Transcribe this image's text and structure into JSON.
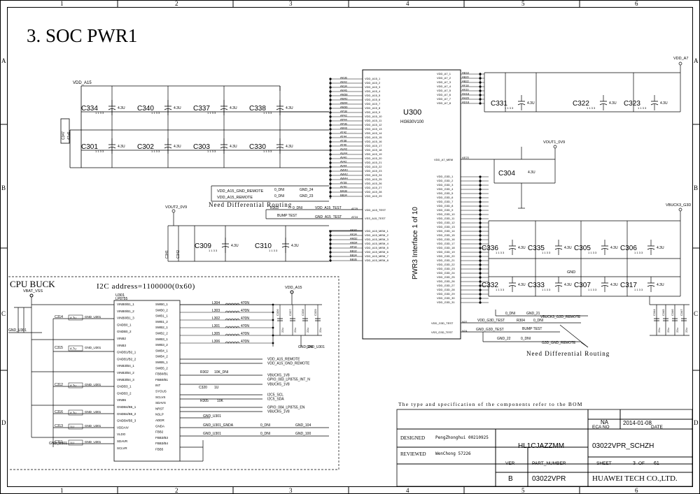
{
  "page_title": "3. SOC PWR1",
  "grid": {
    "cols": [
      "1",
      "2",
      "3",
      "4",
      "5",
      "6"
    ],
    "rows": [
      "A",
      "B",
      "C",
      "D"
    ]
  },
  "left_caps": {
    "net": "VDD_A15",
    "top_row": [
      "C334",
      "C340",
      "C337",
      "C338"
    ],
    "bottom_row": [
      "C301",
      "C302",
      "C303",
      "C330"
    ],
    "value": "4.3U",
    "c347": "C347",
    "c347_value": "47uF"
  },
  "u300": {
    "ref": "U300",
    "part": "HI3630V100",
    "interface": "PWR3 Interface 1 of 10",
    "left_pins": [
      "AK36",
      "AK42",
      "AK34",
      "AK46",
      "AM38",
      "AM42",
      "AM44",
      "AM36",
      "AP38",
      "AP42",
      "AP44",
      "AP36",
      "AR40",
      "AT42",
      "AT44",
      "AT38",
      "AT40",
      "AU42",
      "AU44",
      "AV40",
      "AV42",
      "AV44",
      "AW40",
      "AW42",
      "AW44",
      "AY38",
      "AY40",
      "BA38",
      "BB34"
    ],
    "left_nets": [
      "VDD_A15_1",
      "VDD_A15_2",
      "VDD_A15_3",
      "VDD_A15_4",
      "VDD_A15_5",
      "VDD_A15_6",
      "VDD_A15_7",
      "VDD_A15_8",
      "VDD_A15_9",
      "VDD_A15_10",
      "VDD_A15_11",
      "VDD_A15_12",
      "VDD_A15_13",
      "VDD_A15_14",
      "VDD_A15_15",
      "VDD_A15_16",
      "VDD_A15_17",
      "VDD_A15_18",
      "VDD_A15_19",
      "VDD_A15_20",
      "VDD_A15_21",
      "VDD_A15_22",
      "VDD_A15_23",
      "VDD_A15_24",
      "VDD_A15_25",
      "VDD_A15_26",
      "VDD_A15_27",
      "VDD_A15_28",
      "VDD_A15_29"
    ],
    "test_pins": [
      "AT25",
      "AT24"
    ],
    "test_nets": [
      "VDD_A15_TEST",
      "VSS_A15_TEST"
    ],
    "mem_pins": [
      "AK32",
      "AK34",
      "AM32",
      "AM34",
      "AP32",
      "BB32",
      "BB34",
      "BB36"
    ],
    "mem_nets": [
      "VDD_A15_MEM_1",
      "VDD_A15_MEM_2",
      "VDD_A15_MEM_3",
      "VDD_A15_MEM_4",
      "VDD_A15_MEM_5",
      "VDD_A15_MEM_6",
      "VDD_A15_MEM_7",
      "VDD_A15_MEM_8"
    ],
    "right_a7_nets": [
      "VDD_A7_1",
      "VDD_A7_2",
      "VDD_A7_3",
      "VDD_A7_4",
      "VDD_A7_5",
      "VDD_A7_6",
      "VDD_A7_7",
      "VDD_A7_8"
    ],
    "right_a7_pins": [
      "AB18",
      "AB20",
      "AB22",
      "AF18",
      "AF20",
      "AH18",
      "AH20",
      "AD18"
    ],
    "a7_mem_net": "VDD_A7_MEM",
    "a7_mem_pin": "AE23",
    "gpu_nets": [
      "VDD_G3D_1",
      "VDD_G3D_2",
      "VDD_G3D_3",
      "VDD_G3D_4",
      "VDD_G3D_5",
      "VDD_G3D_6",
      "VDD_G3D_7",
      "VDD_G3D_8",
      "VDD_G3D_9",
      "VDD_G3D_10",
      "VDD_G3D_11",
      "VDD_G3D_12",
      "VDD_G3D_13",
      "VDD_G3D_14",
      "VDD_G3D_15",
      "VDD_G3D_16",
      "VDD_G3D_17",
      "VDD_G3D_18",
      "VDD_G3D_19",
      "VDD_G3D_20",
      "VDD_G3D_21",
      "VDD_G3D_22",
      "VDD_G3D_23",
      "VDD_G3D_24",
      "VDD_G3D_25",
      "VDD_G3D_26",
      "VDD_G3D_27",
      "VDD_G3D_28",
      "VDD_G3D_29",
      "VDD_G3D_30",
      "VDD_G3D_31"
    ],
    "gpu_test_nets": [
      "VDD_G3D_TEST",
      "VSS_G3D_TEST"
    ],
    "gpu_test_pins": [
      "N22",
      "N24"
    ]
  },
  "right_top": {
    "net": "VDD_A7",
    "caps": [
      "C331",
      "C322",
      "C323"
    ],
    "value": "4.3U"
  },
  "mid_right": {
    "net": "VOUT1_0V9",
    "cap": "C304",
    "value": "4.3U"
  },
  "right_gpu": {
    "net": "VBUCK3_G3D",
    "top_caps": [
      "C336",
      "C335",
      "C305",
      "C306"
    ],
    "bottom_caps": [
      "C332",
      "C333",
      "C307",
      "C317"
    ],
    "value": "4.3U",
    "gnd": "GND",
    "small_caps": [
      "C344",
      "C345",
      "C346",
      "C347"
    ],
    "small_value": "22u"
  },
  "routing": {
    "a15_gnd_remote": "VDD_A15_GND_REMOTE",
    "a15_remote": "VDD_A15_REMOTE",
    "dni": "0_DNI",
    "gnd_24": "GND_24",
    "gnd_23": "GND_23",
    "need_diff": "Need Differential Routing",
    "r303": "R303",
    "bump_test": "BUMP TEST",
    "vdd_a15_test": "VDD_A15_TEST",
    "gnd_a15_test": "GND_A15_TEST",
    "vdd_g3d_test": "VDD_G3D_TEST",
    "gnd_g3d_test": "GND_G3D_TEST",
    "r304": "R304",
    "gnd_21": "GND_21",
    "gnd_22": "GND_22",
    "vbuck3_remote": "VBUCK3_G3D_REMOTE",
    "g3d_gnd_remote": "G3D_GND_REMOTE",
    "need_diff2": "Need Differential Routing"
  },
  "mem_caps": {
    "net": "VOUT2_0V9",
    "caps": [
      "C309",
      "C310"
    ],
    "value": "4.3U",
    "small": [
      "C341",
      "C342"
    ]
  },
  "cpu_buck": {
    "title": "CPU BUCK",
    "i2c": "I2C address=1100000(0x60)",
    "vbat": "VBAT_VSS",
    "vdd_a15": "VDD_A15",
    "ic_ref": "U301",
    "ic_part": "LP8755",
    "left_caps": [
      "C314",
      "C315",
      "C312",
      "C316",
      "C313",
      "C311"
    ],
    "left_values": [
      "4.7u",
      "4.7u",
      "4.7u",
      "4.7u",
      "1U",
      "1U"
    ],
    "gnd_u301": "GND_U301",
    "inductors": [
      "L304",
      "L303",
      "L302",
      "L301",
      "L305",
      "L306"
    ],
    "ind_value": "470N",
    "pin_groups_left": [
      "VINB0/B1_1",
      "VINB0/B1_2",
      "VINB0/B1_3",
      "GNDB0_1",
      "GNDB0_2",
      "VINB2",
      "VINB3",
      "GNDB1/B2_1",
      "GNDB1/B2_2",
      "VINB3/B4_1",
      "VINB3/B4_2",
      "VINB3/B4_3",
      "GNDB3_1",
      "GNDB3_2",
      "VINB5",
      "GNDB4/B5_1",
      "GNDB4/B5_2",
      "GNDB4/B5_3",
      "VDDAIV",
      "VLDO",
      "SDAVR",
      "SCLVR"
    ],
    "pin_groups_right": [
      "SWB0_1",
      "SWB0_2",
      "SWB1_1",
      "SWB1_2",
      "SWB2_1",
      "SWB2_2",
      "SWB3_1",
      "SWB3_2",
      "SWB4_1",
      "SWB4_2",
      "SWB5_1",
      "SWB5_2",
      "FBB0/B1",
      "FBB0/B1",
      "INT",
      "SYOUS",
      "SCLVS",
      "SDAVS",
      "NRST",
      "NSLP",
      "ADDR",
      "GNDA",
      "FBB2",
      "FBB3/B3",
      "FBB3/B4",
      "FBB5"
    ],
    "feedback": [
      "VDD_A15_REMOTE",
      "VDD_A15_GND_REMOTE",
      "VBUCK5_1V8",
      "GPIO_083_LP8755_INT_N",
      "VBUCK5_1V8",
      "I2C5_SCL",
      "I2C5_SDA",
      "GPIO_084_LP8755_EN",
      "VBUCK5_1V8"
    ],
    "r302": "R302",
    "r302_val": "10K_DNI",
    "r305": "R305",
    "r305_val": "10K",
    "c320": "C320",
    "c320_val": "1U",
    "gnd_u301_gnda": "GND_U301_GNDA",
    "gnd_u301b": "GND_U301",
    "gnd_104": "GND_104",
    "gnd_100": "GND_100",
    "zero_dni": "0_DNI",
    "gnd_dn": "GND_DN",
    "right_small_caps": [
      "C326",
      "C327",
      "C328",
      "C329"
    ],
    "right_small_value": "22u"
  },
  "title_block": {
    "note": "The type and specification of the components refer to the BOM",
    "designed_label": "DESIGNED",
    "designed_value": "PengZhonghui 00210925",
    "reviewed_label": "REVIEWED",
    "reviewed_value": "WenChong 57226",
    "board": "HL1CJAZZMM",
    "schematic": "03022VPR_SCHZH",
    "na": "NA",
    "eca_no": "ECA NO",
    "date_value": "2014-01-08",
    "date_label": "DATE",
    "ver_label": "VER",
    "part_label": "PART_NUMBER",
    "sheet_label": "SHEET",
    "sheet_num": "3",
    "of_label": "OF",
    "sheet_total": "61",
    "ver_value": "B",
    "part_value": "03022VPR",
    "company": "HUAWEI TECH CO.,LTD."
  }
}
